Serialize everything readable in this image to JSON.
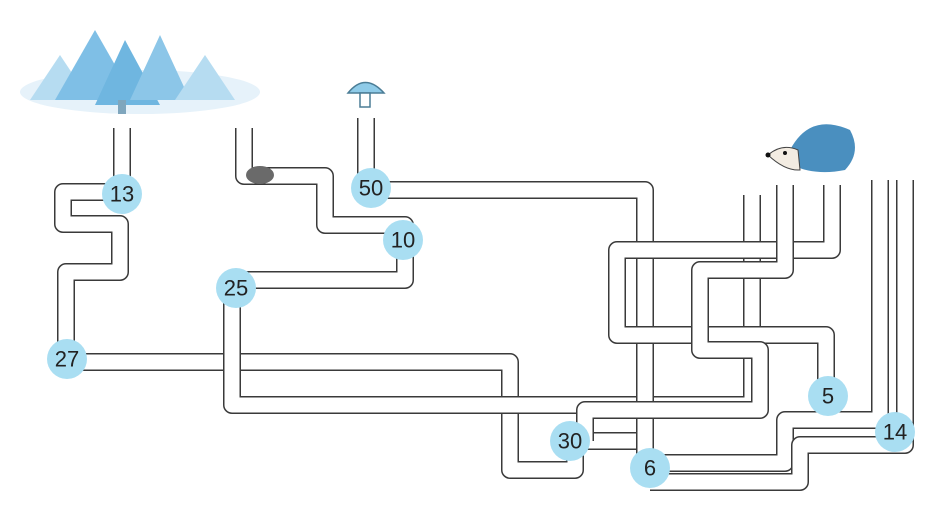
{
  "maze": {
    "numbers": [
      {
        "id": "n13",
        "value": "13"
      },
      {
        "id": "n50",
        "value": "50"
      },
      {
        "id": "n10",
        "value": "10"
      },
      {
        "id": "n25",
        "value": "25"
      },
      {
        "id": "n27",
        "value": "27"
      },
      {
        "id": "n5",
        "value": "5"
      },
      {
        "id": "n30",
        "value": "30"
      },
      {
        "id": "n6",
        "value": "6"
      },
      {
        "id": "n14",
        "value": "14"
      }
    ],
    "colors": {
      "badge": "#a9def2",
      "path_outline": "#3a3a3a",
      "trees": "#6fb6e0",
      "hedgehog": "#4a8fbf",
      "mushroom": "#8fcbe8",
      "stone": "#6a6a6a"
    },
    "icons": [
      "snowy-forest-icon",
      "mushroom-icon",
      "stone-icon",
      "hedgehog-icon"
    ]
  }
}
